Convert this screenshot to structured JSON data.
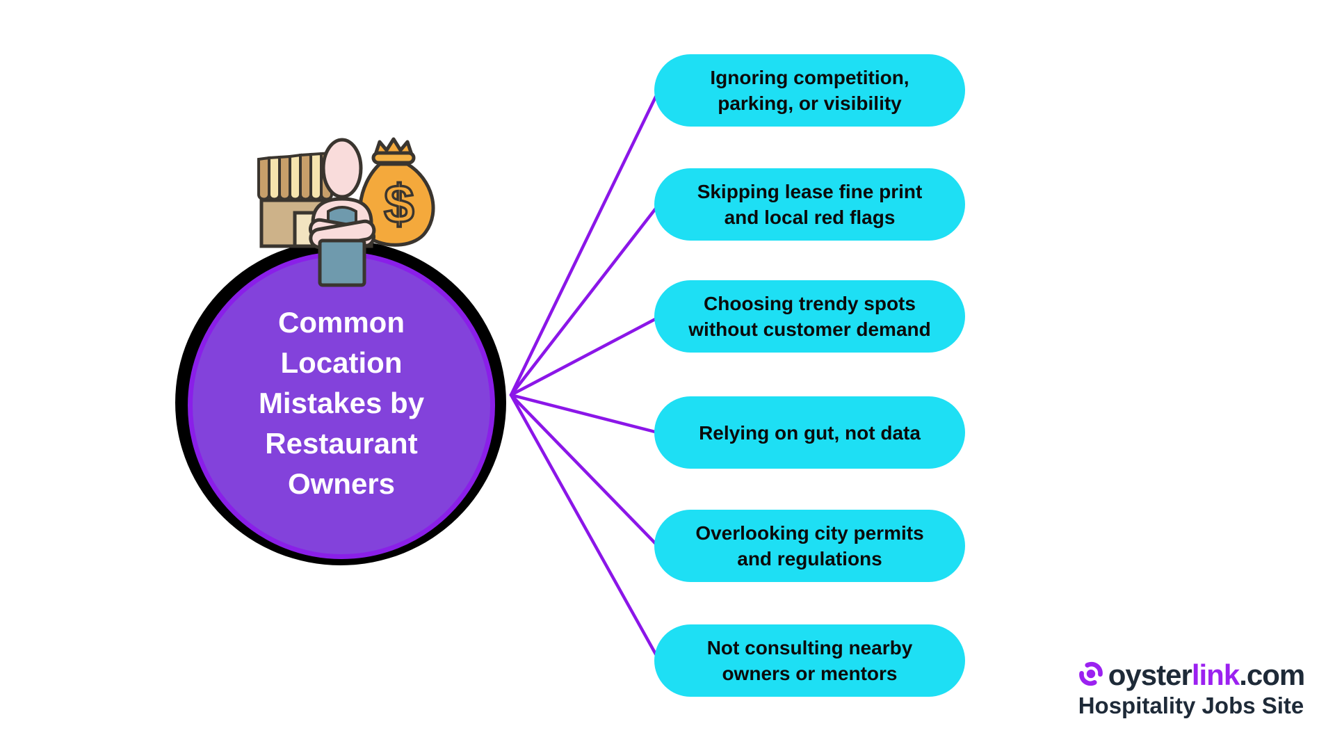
{
  "center_circle": {
    "title": "Common\nLocation\nMistakes by\nRestaurant\nOwners"
  },
  "mistakes": [
    {
      "label": "Ignoring competition,\nparking, or visibility"
    },
    {
      "label": "Skipping lease fine print\nand local red flags"
    },
    {
      "label": "Choosing trendy spots\nwithout customer demand"
    },
    {
      "label": "Relying on gut, not data"
    },
    {
      "label": "Overlooking city permits\nand regulations"
    },
    {
      "label": "Not consulting nearby\nowners or mentors"
    }
  ],
  "icons": {
    "main": "storefront-owner-moneybag-icon",
    "logo": "oyster-pearl-icon"
  },
  "colors": {
    "pill_fill": "#1EDFF4",
    "pill_text": "#0B0B0B",
    "circle_fill": "#8342DB",
    "circle_stroke": "#8A1FE8",
    "circle_ring": "#000000",
    "connector_line": "#8B16E8",
    "logo_navy": "#1E2A38",
    "logo_purple": "#9B21F0",
    "bag_orange": "#F4A93C",
    "awning_tan": "#C89F6A",
    "awning_cream": "#F6E4AE",
    "skin_pink": "#F9DCDB",
    "apron_blue": "#6F9AAD"
  },
  "footer_logo": {
    "brand_oyster": "oyster",
    "brand_link": "link",
    "brand_domain": ".com",
    "tagline": "Hospitality Jobs Site"
  }
}
